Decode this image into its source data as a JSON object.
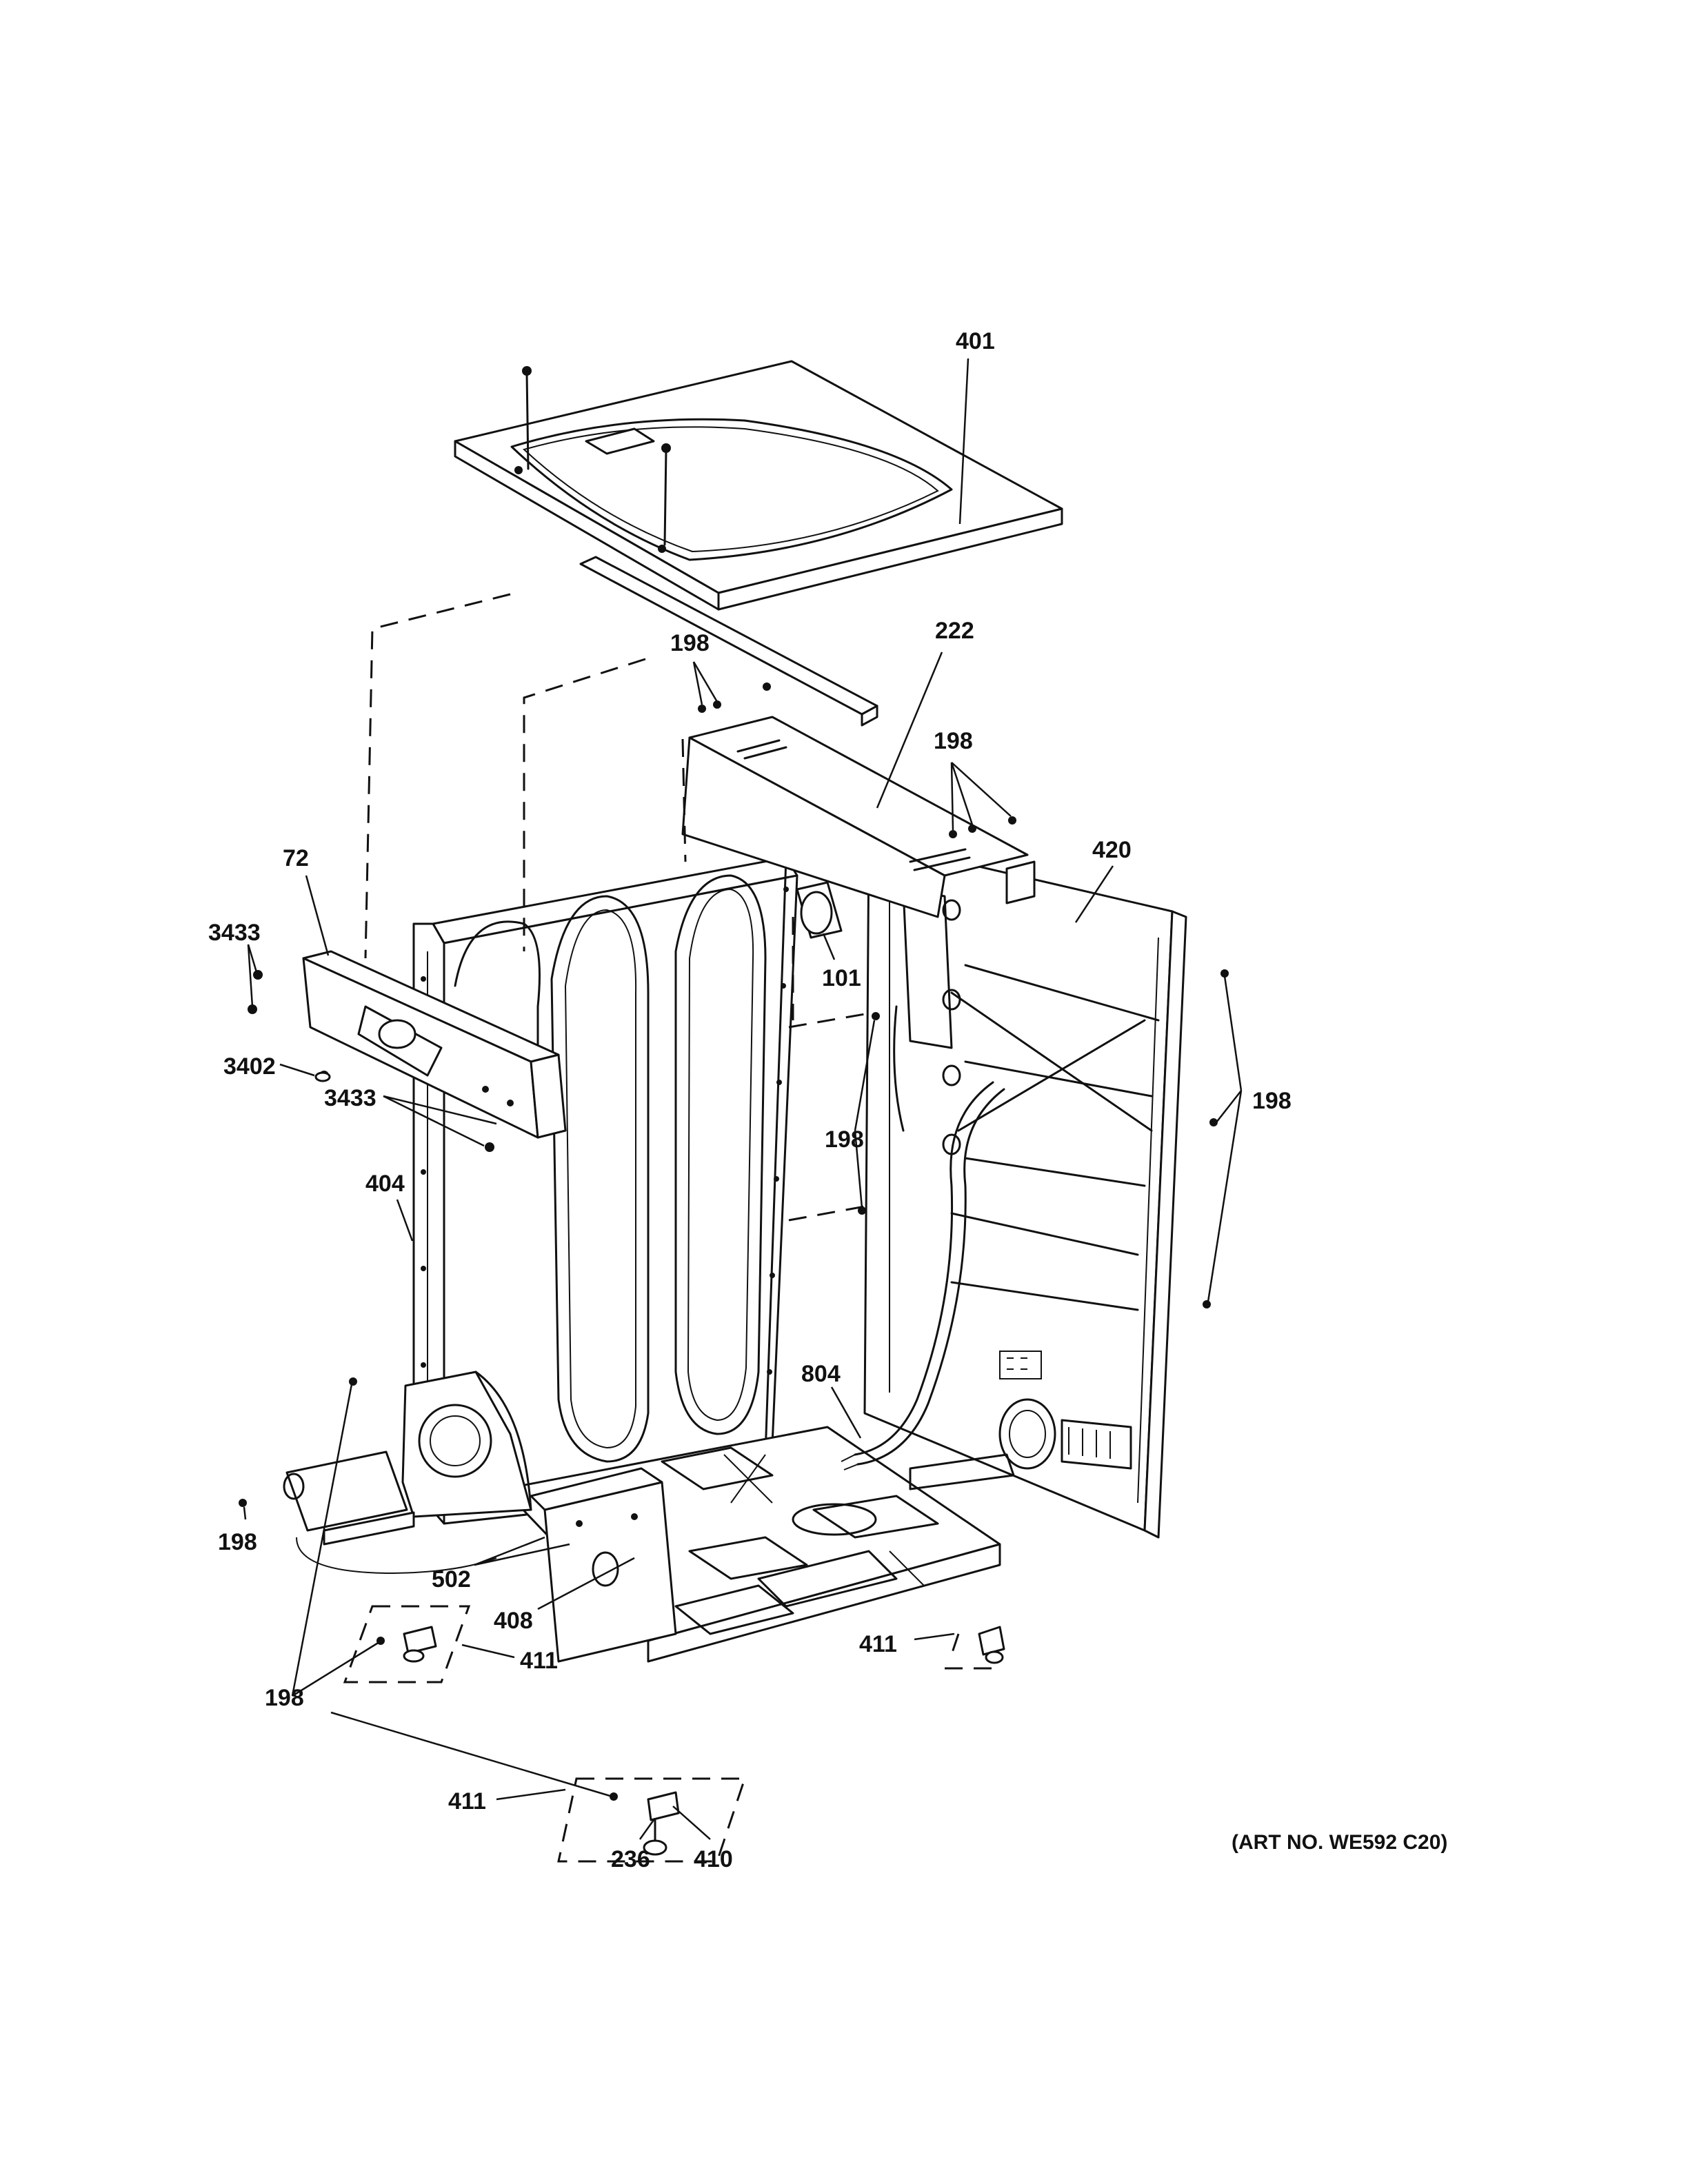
{
  "callouts": {
    "c401": "401",
    "c198_top": "198",
    "c222": "222",
    "c198_upper_right": "198",
    "c420": "420",
    "c72": "72",
    "c3433_a": "3433",
    "c101": "101",
    "c3402": "3402",
    "c3433_b": "3433",
    "c198_mid": "198",
    "c198_right": "198",
    "c404": "404",
    "c804": "804",
    "c198_left": "198",
    "c502": "502",
    "c408": "408",
    "c411_right": "411",
    "c411_mid": "411",
    "c198_bottom": "198",
    "c411_bottom": "411",
    "c236": "236",
    "c410": "410"
  },
  "art_number": "(ART NO. WE592 C20)"
}
